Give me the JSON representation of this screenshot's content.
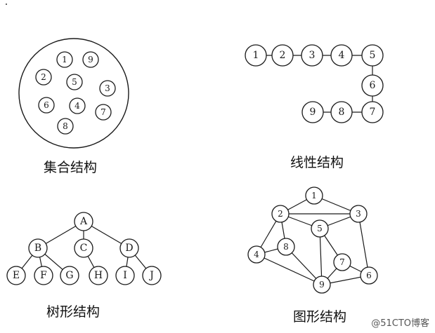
{
  "captions": {
    "set": "集合结构",
    "linear": "线性结构",
    "tree": "树形结构",
    "graph": "图形结构"
  },
  "watermark": "@51CTO博客",
  "set_structure": {
    "nodes": [
      "1",
      "9",
      "2",
      "5",
      "3",
      "6",
      "4",
      "7",
      "8"
    ]
  },
  "linear_structure": {
    "nodes": [
      "1",
      "2",
      "3",
      "4",
      "5",
      "6",
      "7",
      "8",
      "9"
    ],
    "edges": [
      [
        "1",
        "2"
      ],
      [
        "2",
        "3"
      ],
      [
        "3",
        "4"
      ],
      [
        "4",
        "5"
      ],
      [
        "5",
        "6"
      ],
      [
        "6",
        "7"
      ],
      [
        "7",
        "8"
      ],
      [
        "8",
        "9"
      ]
    ]
  },
  "tree_structure": {
    "nodes": [
      "A",
      "B",
      "C",
      "D",
      "E",
      "F",
      "G",
      "H",
      "I",
      "J"
    ],
    "edges": [
      [
        "A",
        "B"
      ],
      [
        "A",
        "C"
      ],
      [
        "A",
        "D"
      ],
      [
        "B",
        "E"
      ],
      [
        "B",
        "F"
      ],
      [
        "B",
        "G"
      ],
      [
        "C",
        "H"
      ],
      [
        "D",
        "I"
      ],
      [
        "D",
        "J"
      ]
    ]
  },
  "graph_structure": {
    "nodes": [
      "1",
      "2",
      "3",
      "4",
      "5",
      "6",
      "7",
      "8",
      "9"
    ],
    "edges": [
      [
        "1",
        "2"
      ],
      [
        "1",
        "3"
      ],
      [
        "2",
        "3"
      ],
      [
        "2",
        "5"
      ],
      [
        "2",
        "4"
      ],
      [
        "2",
        "8"
      ],
      [
        "3",
        "5"
      ],
      [
        "3",
        "6"
      ],
      [
        "4",
        "8"
      ],
      [
        "4",
        "9"
      ],
      [
        "8",
        "9"
      ],
      [
        "5",
        "9"
      ],
      [
        "5",
        "7"
      ],
      [
        "7",
        "6"
      ],
      [
        "7",
        "9"
      ],
      [
        "9",
        "6"
      ]
    ]
  }
}
